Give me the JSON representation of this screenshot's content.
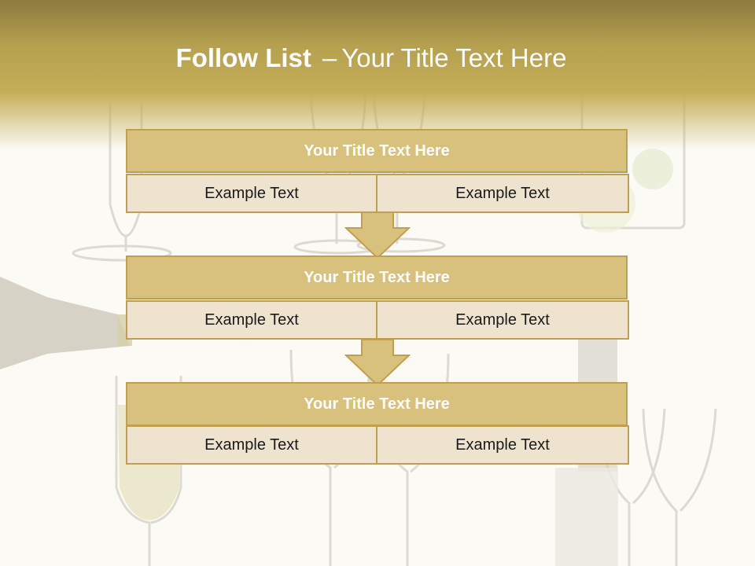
{
  "slide": {
    "title_bold": "Follow List",
    "title_sep": "–",
    "title_rest": "Your Title Text Here"
  },
  "blocks": [
    {
      "title": "Your Title Text Here",
      "cells": [
        "Example Text",
        "Example Text"
      ]
    },
    {
      "title": "Your Title Text Here",
      "cells": [
        "Example Text",
        "Example Text"
      ]
    },
    {
      "title": "Your Title Text Here",
      "cells": [
        "Example Text",
        "Example Text"
      ]
    }
  ],
  "colors": {
    "accent": "#d8c17c",
    "border": "#c0a04e",
    "cell_fill": "#ede3cf",
    "header_gold": "#c6ae58"
  }
}
